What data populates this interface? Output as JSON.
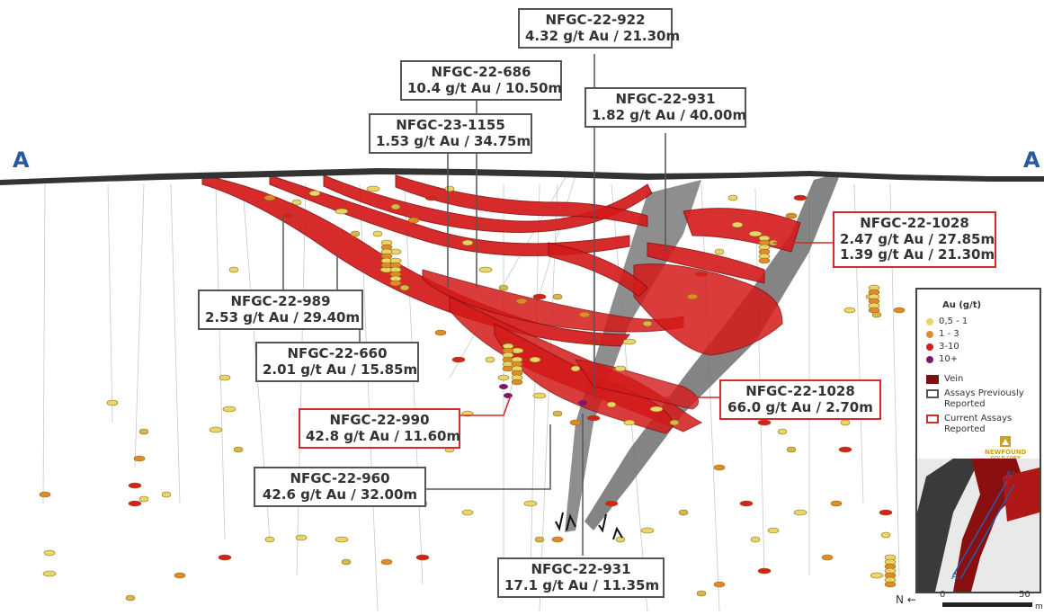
{
  "section": {
    "left_label": "A",
    "right_label": "A"
  },
  "callouts": [
    {
      "id": "922",
      "hole": "NFGC-22-922",
      "assay": "4.32 g/t Au / 21.30m",
      "status": "previous"
    },
    {
      "id": "686",
      "hole": "NFGC-22-686",
      "assay": "10.4 g/t Au / 10.50m",
      "status": "previous"
    },
    {
      "id": "931a",
      "hole": "NFGC-22-931",
      "assay": "1.82 g/t Au / 40.00m",
      "status": "previous"
    },
    {
      "id": "1155",
      "hole": "NFGC-23-1155",
      "assay": "1.53 g/t Au / 34.75m",
      "status": "previous"
    },
    {
      "id": "1028a",
      "hole": "NFGC-22-1028",
      "assay": "2.47 g/t Au / 27.85m",
      "assay2": "1.39 g/t Au / 21.30m",
      "status": "current"
    },
    {
      "id": "989",
      "hole": "NFGC-22-989",
      "assay": "2.53 g/t Au / 29.40m",
      "status": "previous"
    },
    {
      "id": "660",
      "hole": "NFGC-22-660",
      "assay": "2.01 g/t Au / 15.85m",
      "status": "previous"
    },
    {
      "id": "1028b",
      "hole": "NFGC-22-1028",
      "assay": "66.0 g/t Au / 2.70m",
      "status": "current"
    },
    {
      "id": "990",
      "hole": "NFGC-22-990",
      "assay": "42.8 g/t Au / 11.60m",
      "status": "current"
    },
    {
      "id": "960",
      "hole": "NFGC-22-960",
      "assay": "42.6 g/t Au / 32.00m",
      "status": "previous"
    },
    {
      "id": "931b",
      "hole": "NFGC-22-931",
      "assay": "17.1 g/t Au / 11.35m",
      "status": "previous"
    }
  ],
  "legend": {
    "title": "Au (g/t)",
    "grades": [
      {
        "label": "0,5 - 1",
        "color": "#e8d66a"
      },
      {
        "label": "1 - 3",
        "color": "#e08a2a"
      },
      {
        "label": "3-10",
        "color": "#d42020"
      },
      {
        "label": "10+",
        "color": "#7a1a6a"
      }
    ],
    "vein": "Vein",
    "previous": "Assays Previously Reported",
    "current": "Current Assays Reported",
    "logo_line1": "NEWFOUND",
    "logo_line2": "GOLD CORP"
  },
  "inset": {
    "label_top": "A'",
    "label_bottom": "A"
  },
  "scale": {
    "north": "N",
    "zero": "0",
    "fifty": "50",
    "unit": "m"
  },
  "colors": {
    "vein": "#d41a1a",
    "fault": "#6a6a6a",
    "previous_border": "#555555",
    "current_border": "#d42a2a",
    "section_letter": "#2a5a9e"
  }
}
